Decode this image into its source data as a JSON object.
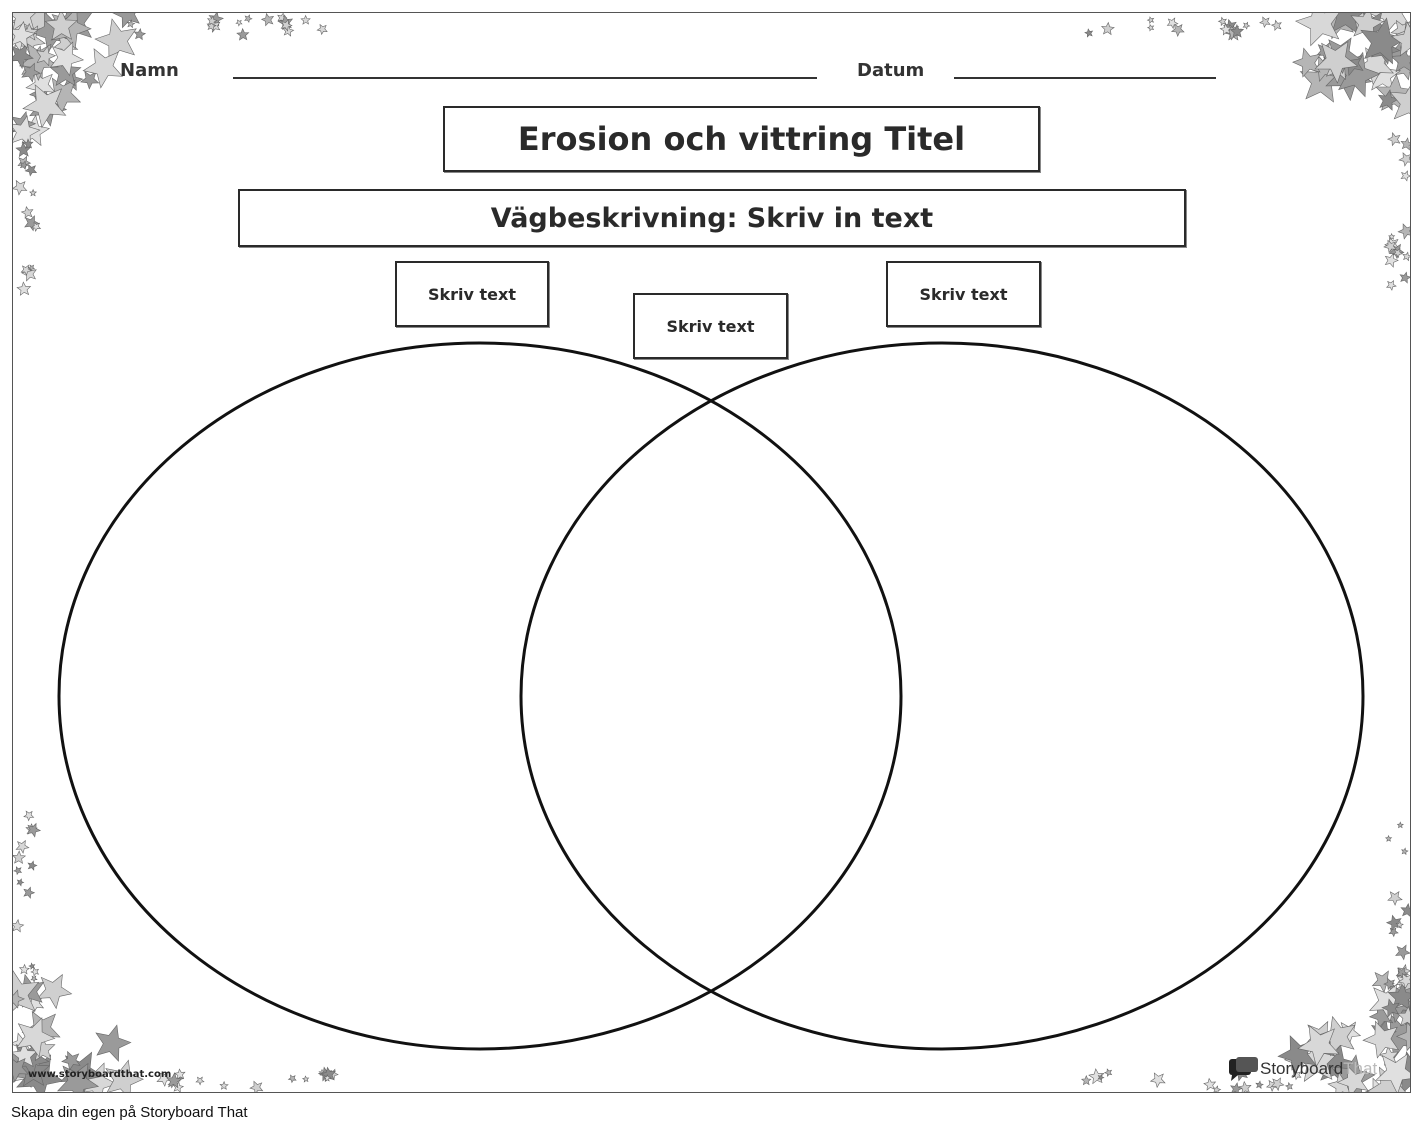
{
  "worksheet": {
    "name_label": "Namn",
    "date_label": "Datum",
    "title": "Erosion och vittring Titel",
    "directions": "Vägbeskrivning: Skriv in text",
    "labels": {
      "left": "Skriv text",
      "middle": "Skriv text",
      "right": "Skriv text"
    },
    "watermark_url": "www.storyboardthat.com",
    "brand": {
      "part1": "Storyboard",
      "part2": "That"
    }
  },
  "footer": {
    "text": "Skapa din egen på Storyboard That"
  },
  "colors": {
    "border": "#555555",
    "ink": "#2a2a2a",
    "star_light": "#c8c8c8",
    "star_dark": "#7a7a7a"
  }
}
